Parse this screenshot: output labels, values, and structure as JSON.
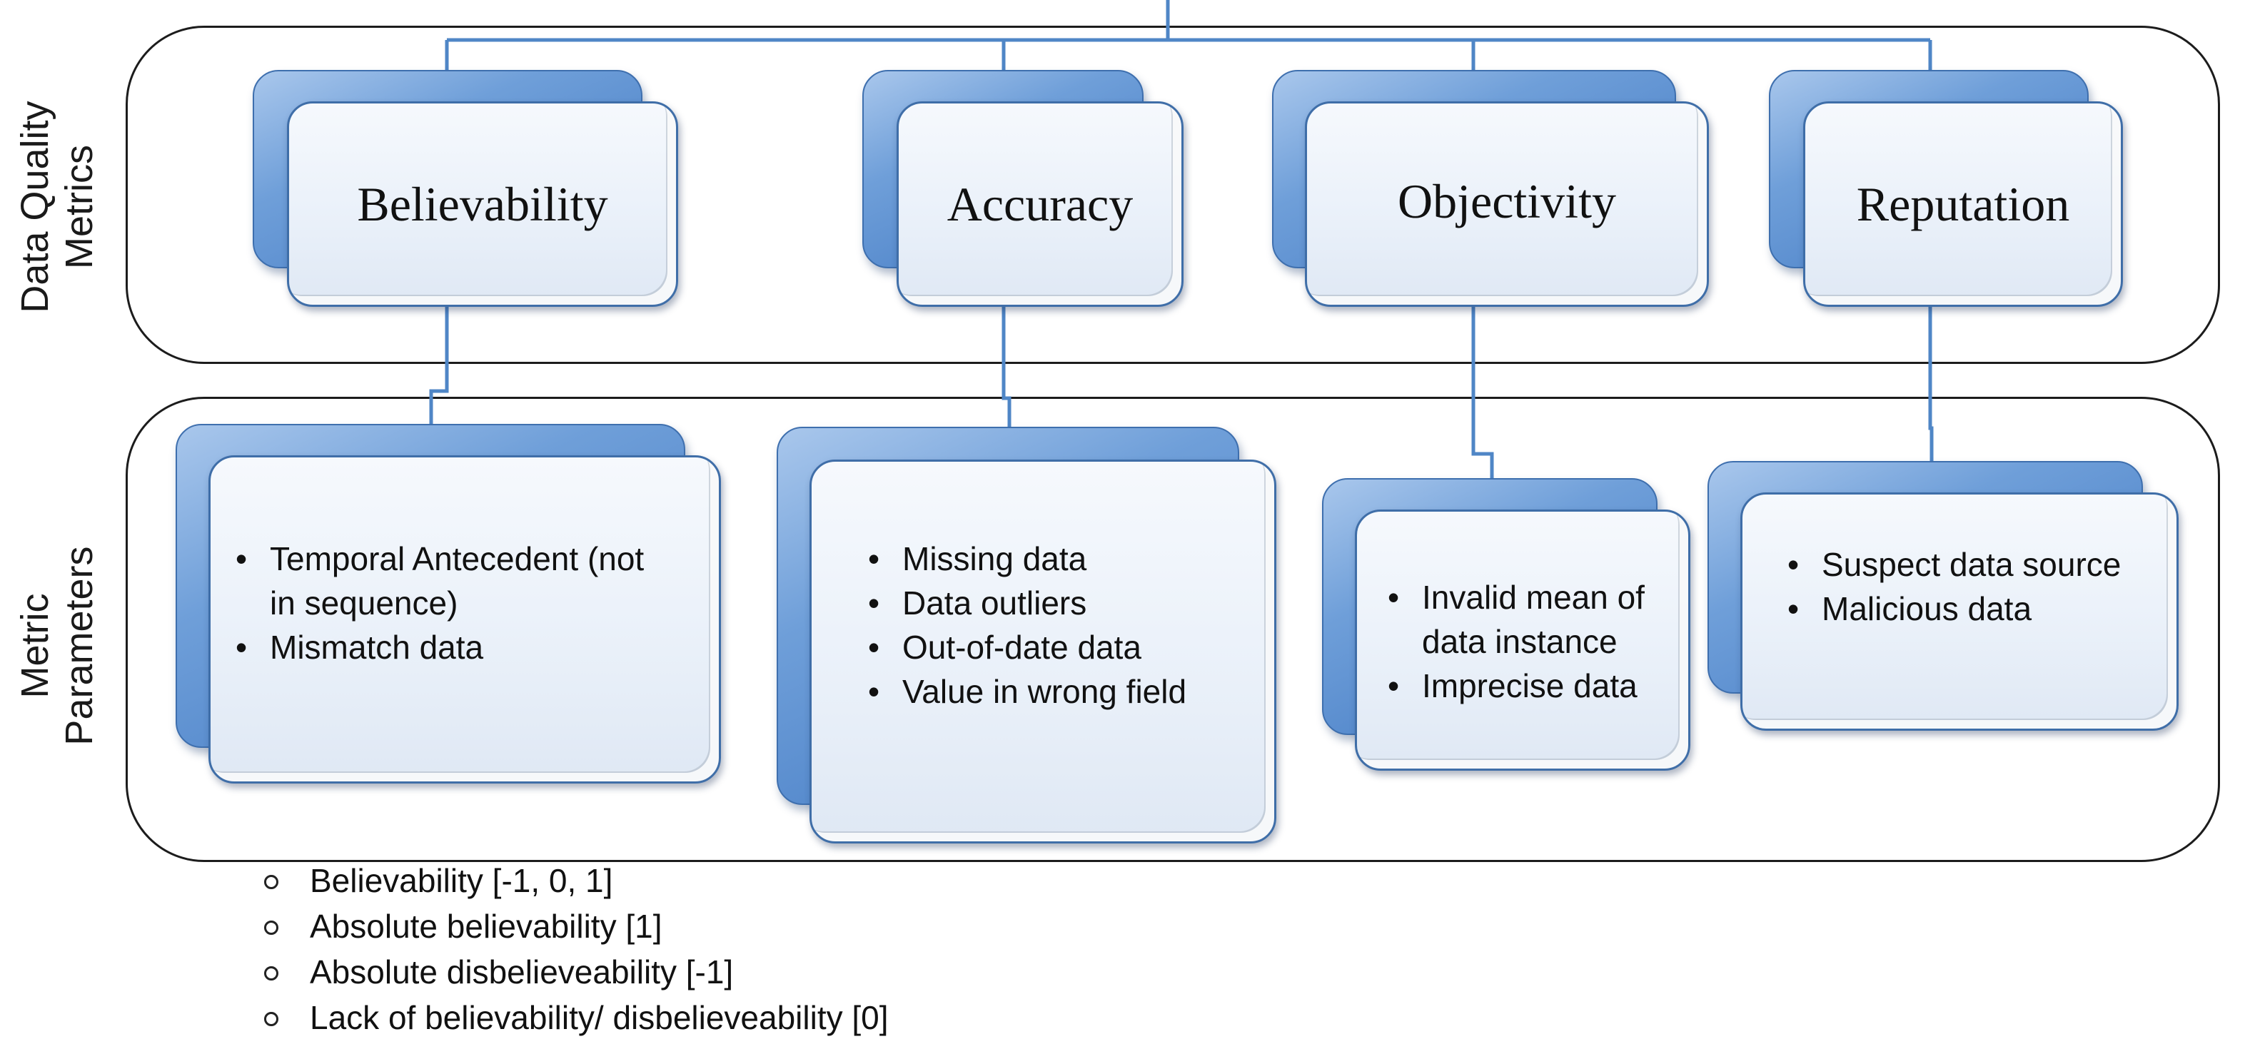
{
  "bands": {
    "metrics_title": "Data Quality\nMetrics",
    "params_title": "Metric\nParameters"
  },
  "metrics": [
    {
      "label": "Believability"
    },
    {
      "label": "Accuracy"
    },
    {
      "label": "Objectivity"
    },
    {
      "label": "Reputation"
    }
  ],
  "parameters": [
    {
      "items": [
        "Temporal Antecedent (not in sequence)",
        "Mismatch data"
      ]
    },
    {
      "items": [
        "Missing data",
        "Data outliers",
        "Out-of-date data",
        "Value in wrong field"
      ]
    },
    {
      "items": [
        "Invalid mean of data instance",
        "Imprecise data"
      ]
    },
    {
      "items": [
        "Suspect data source",
        "Malicious data"
      ]
    }
  ],
  "bullet_char": "•",
  "scale": [
    "Believability [-1, 0, 1]",
    "Absolute believability [1]",
    "Absolute disbelieveability [-1]",
    "Lack of believability/ disbelieveability [0]"
  ],
  "colors": {
    "connector": "#4f86c6",
    "shape_fill": "#e9f0f9",
    "shape_back": "#5b8fd0",
    "band_border": "#1c1c1c"
  }
}
